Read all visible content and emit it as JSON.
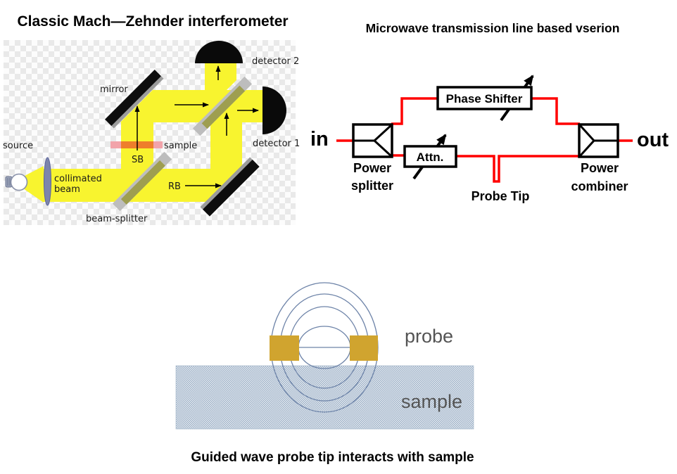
{
  "left_panel": {
    "title": "Classic Mach—Zehnder interferometer",
    "labels": {
      "source": "source",
      "collimated_beam": [
        "collimated",
        "beam"
      ],
      "mirror": "mirror",
      "sample": "sample",
      "sample_beam": "SB",
      "reference_beam": "RB",
      "beam_splitter": "beam-splitter",
      "detector_1": "detector 1",
      "detector_2": "detector 2"
    },
    "colors": {
      "beam": "#F8F42F",
      "mirror": "#0d0d0d",
      "splitter_glass": "#9e9e50",
      "sample_pink": "#f2a3aa",
      "sample_orange": "#ee7e2b",
      "lens": "#7d85ab"
    }
  },
  "right_panel": {
    "title": "Microwave transmission line based vserion",
    "labels": {
      "input": "in",
      "output": "out",
      "power_splitter": [
        "Power",
        "splitter"
      ],
      "phase_shifter": "Phase Shifter",
      "attenuator": "Attn.",
      "probe_tip": "Probe Tip",
      "power_combiner": [
        "Power",
        "combiner"
      ]
    },
    "colors": {
      "transmission_line": "#FF0000",
      "component_outline": "#000000"
    }
  },
  "bottom_panel": {
    "caption": "Guided wave probe tip interacts with sample",
    "labels": {
      "probe": "probe",
      "sample": "sample"
    },
    "colors": {
      "electrode": "#D0A42F",
      "field_line": "#6d83a8",
      "sample_texture": "#9cb0c6"
    }
  }
}
